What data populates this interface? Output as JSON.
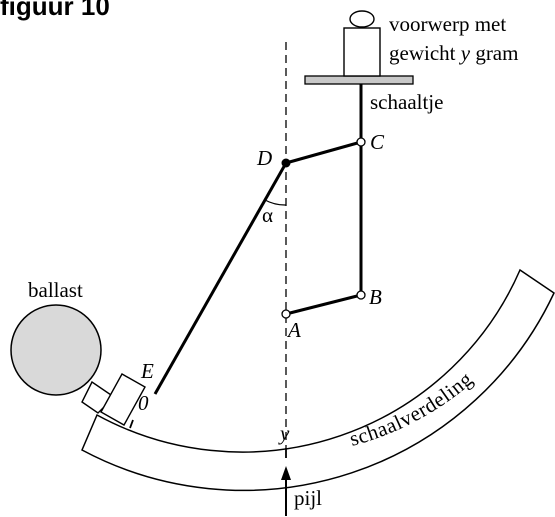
{
  "figure": {
    "title": "figuur 10"
  },
  "labels": {
    "object_line1": "voorwerp met",
    "object_line2_pre": "gewicht ",
    "object_line2_var": "y",
    "object_line2_post": " gram",
    "pan": "schaaltje",
    "ballast": "ballast",
    "arrow": "pijl",
    "scale": "schaalverdeling",
    "scale_zero": "0",
    "scale_y": "y",
    "point_A": "A",
    "point_B": "B",
    "point_C": "C",
    "point_D": "D",
    "point_E": "E",
    "angle": "α"
  },
  "colors": {
    "ink": "#000000",
    "ballast_fill": "#d9d9d9",
    "plate_fill": "#c8c8c8"
  }
}
